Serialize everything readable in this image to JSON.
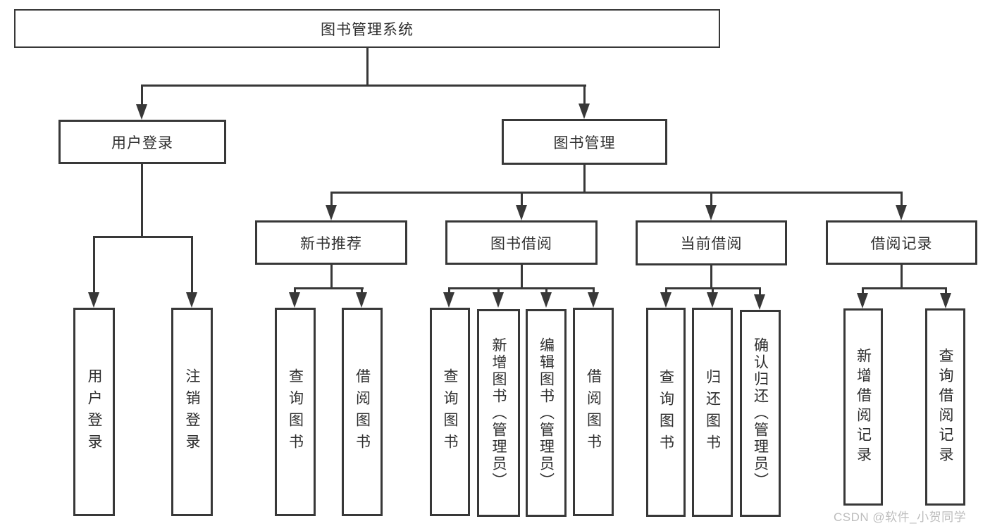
{
  "diagram": {
    "type": "hierarchy-chart",
    "title": "图书管理系统",
    "nodes": {
      "root": "图书管理系统",
      "user_login": "用户登录",
      "book_management": "图书管理",
      "new_book_recommend": "新书推荐",
      "book_borrowing": "图书借阅",
      "current_borrowing": "当前借阅",
      "borrowing_records": "借阅记录",
      "leaf_user_login": "用户登录",
      "leaf_logout": "注销登录",
      "leaf_recommend_query_books": "查询图书",
      "leaf_recommend_borrow_books": "借阅图书",
      "leaf_borrowing_query_books": "查询图书",
      "leaf_borrowing_add_books": "新增图书（管理员）",
      "leaf_borrowing_edit_books": "编辑图书（管理员）",
      "leaf_borrowing_borrow_books": "借阅图书",
      "leaf_current_query_books": "查询图书",
      "leaf_current_return_books": "归还图书",
      "leaf_current_confirm_return": "确认归还（管理员）",
      "leaf_records_add_record": "新增借阅记录",
      "leaf_records_query_record": "查询借阅记录"
    },
    "structure": {
      "图书管理系统": {
        "用户登录": [
          "用户登录",
          "注销登录"
        ],
        "图书管理": {
          "新书推荐": [
            "查询图书",
            "借阅图书"
          ],
          "图书借阅": [
            "查询图书",
            "新增图书（管理员）",
            "编辑图书（管理员）",
            "借阅图书"
          ],
          "当前借阅": [
            "查询图书",
            "归还图书",
            "确认归还（管理员）"
          ],
          "借阅记录": [
            "新增借阅记录",
            "查询借阅记录"
          ]
        }
      }
    },
    "watermark": "CSDN @软件_小贺同学",
    "colors": {
      "line": "#383838",
      "text": "#2e2e2e",
      "box_fill": "#ffffff",
      "watermark": "#bdbdbd",
      "background": "#ffffff"
    }
  }
}
